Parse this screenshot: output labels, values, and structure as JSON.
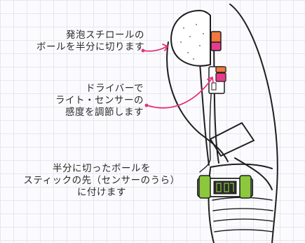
{
  "callouts": {
    "ball": {
      "lines": [
        "発泡スチロールの",
        "ボールを半分に切ります"
      ]
    },
    "sensor": {
      "lines": [
        "ドライバーで",
        "ライト・センサーの",
        "感度を調節します"
      ]
    },
    "mount": {
      "lines": [
        "半分に切ったボールを",
        "スティックの先（センサーのうら）",
        "に付けます"
      ]
    }
  },
  "colors": {
    "arrow": "#e8307a",
    "ink": "#1e1e1e",
    "module_green": "#8cc83c",
    "module_orange": "#f0783c",
    "module_pink": "#e63c8c",
    "grid": "#e6e7f0"
  }
}
